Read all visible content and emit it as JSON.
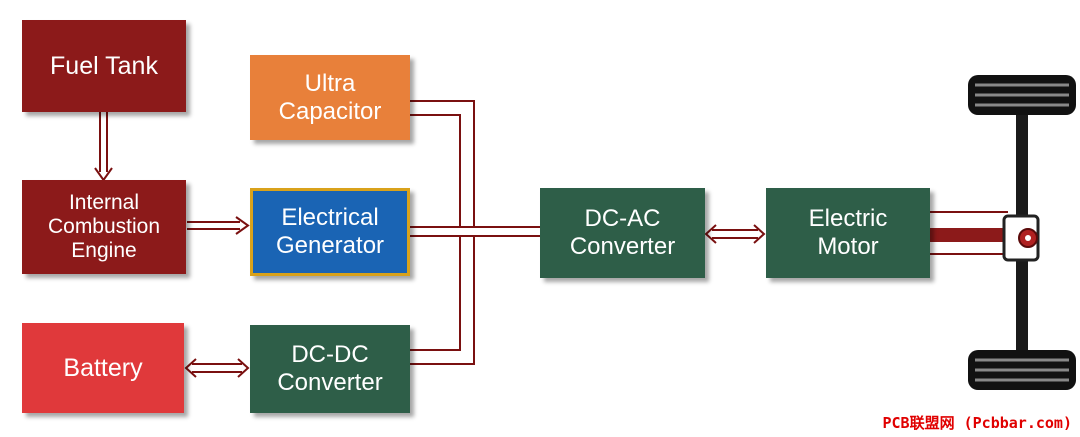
{
  "blocks": {
    "fuel_tank": "Fuel Tank",
    "ice": "Internal\nCombustion\nEngine",
    "ultra_capacitor": "Ultra\nCapacitor",
    "electrical_generator": "Electrical\nGenerator",
    "dc_ac_converter": "DC-AC\nConverter",
    "electric_motor": "Electric\nMotor",
    "battery": "Battery",
    "dc_dc_converter": "DC-DC\nConverter"
  },
  "watermark": "PCB联盟网 (Pcbbar.com)",
  "colors": {
    "dark_red": "#8c1a1a",
    "orange": "#e8803a",
    "blue": "#1a64b4",
    "dark_green": "#2e5e48",
    "red": "#e0393b",
    "connector": "#7a1010"
  }
}
